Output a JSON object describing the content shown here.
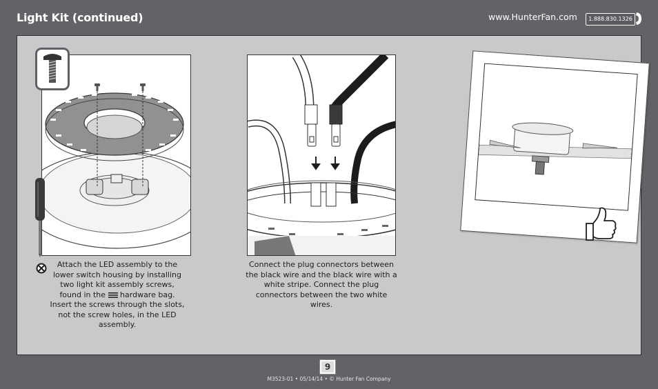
{
  "header": {
    "title": "Light Kit (continued)",
    "website": "www.HunterFan.com",
    "phone": "1.888.830.1326"
  },
  "step1": {
    "caption_before_icon": "Attach the LED assembly to the lower switch housing by installing two light kit assembly screws, found in the",
    "caption_after_icon": "hardware bag. Insert the screws through the slots, not the screw holes, in the LED assembly."
  },
  "step2": {
    "caption": "Connect the plug connectors between the black wire and the black wire with a white stripe. Connect the plug connectors between the two white wires."
  },
  "footer": {
    "page_number": "9",
    "doc_info": "M3523-01 • 05/14/14 • © Hunter Fan Company"
  },
  "icons": [
    "screw-icon",
    "screwdriver-icon",
    "no-symbol-icon",
    "hardware-bag-icon",
    "thumbs-up-icon",
    "phone-icon"
  ]
}
